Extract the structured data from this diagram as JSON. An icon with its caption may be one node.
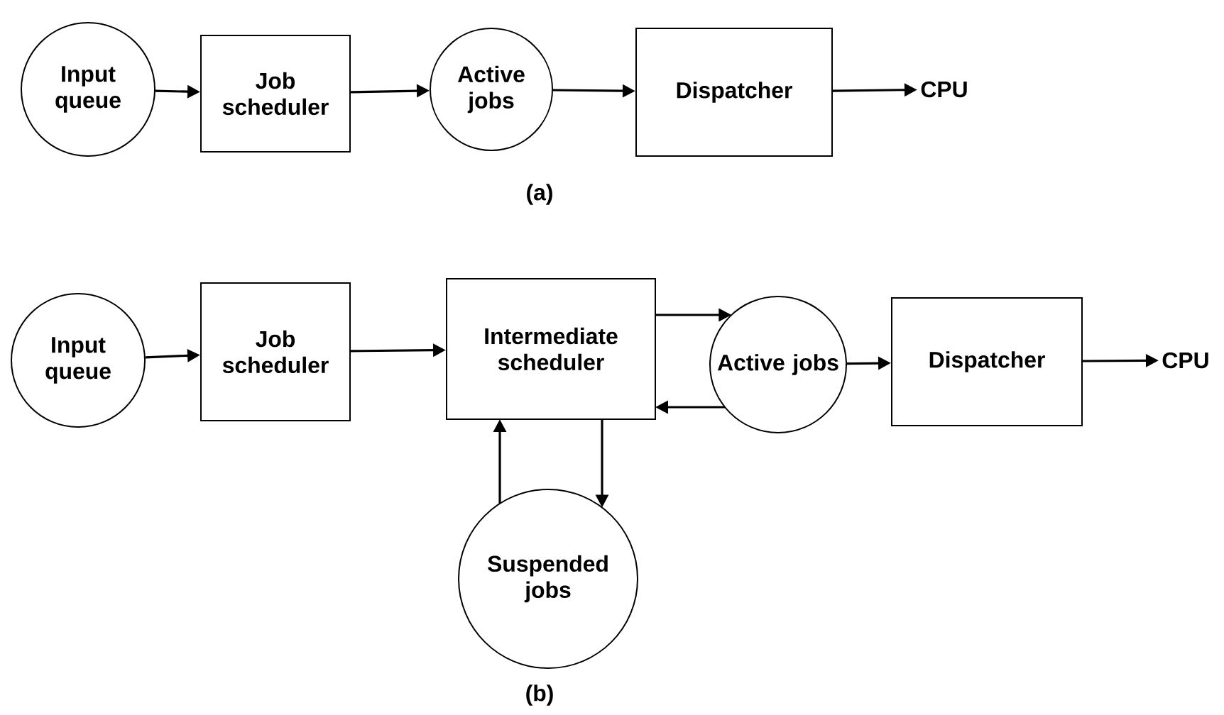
{
  "diagram": {
    "nodes": [
      {
        "text": [
          "Input queue"
        ]
      },
      {
        "text": [
          "Job scheduler"
        ]
      },
      {
        "text": [
          "Active jobs"
        ]
      },
      {
        "text": [
          "Dispatcher"
        ]
      },
      {
        "text": [
          "CPU"
        ]
      },
      {
        "text": [
          "Input queue"
        ]
      },
      {
        "text": [
          "Job scheduler"
        ]
      },
      {
        "text": [
          "Intermediate scheduler"
        ]
      },
      {
        "text": [
          "Active jobs"
        ]
      },
      {
        "text": [
          "Dispatcher"
        ]
      },
      {
        "text": [
          "CPU"
        ]
      },
      {
        "text": [
          "Suspended jobs"
        ]
      }
    ],
    "edges": [
      {
        "from": 0,
        "to": 1,
        "arrow": "to"
      },
      {
        "from": 1,
        "to": 2,
        "arrow": "to"
      },
      {
        "from": 2,
        "to": 3,
        "arrow": "to"
      },
      {
        "from": 3,
        "to": 4,
        "arrow": "to"
      },
      {
        "from": 5,
        "to": 6,
        "arrow": "to"
      },
      {
        "from": 6,
        "to": 7,
        "arrow": "to"
      },
      {
        "from": 7,
        "to": 8,
        "arrow": "to"
      },
      {
        "from": 8,
        "to": 7,
        "arrow": "to"
      },
      {
        "from": 8,
        "to": 9,
        "arrow": "to"
      },
      {
        "from": 9,
        "to": 10,
        "arrow": "to"
      },
      {
        "from": 11,
        "to": 7,
        "arrow": "to"
      },
      {
        "from": 7,
        "to": 11,
        "arrow": "to"
      }
    ],
    "labels": [
      "(a)",
      "(b)"
    ]
  }
}
